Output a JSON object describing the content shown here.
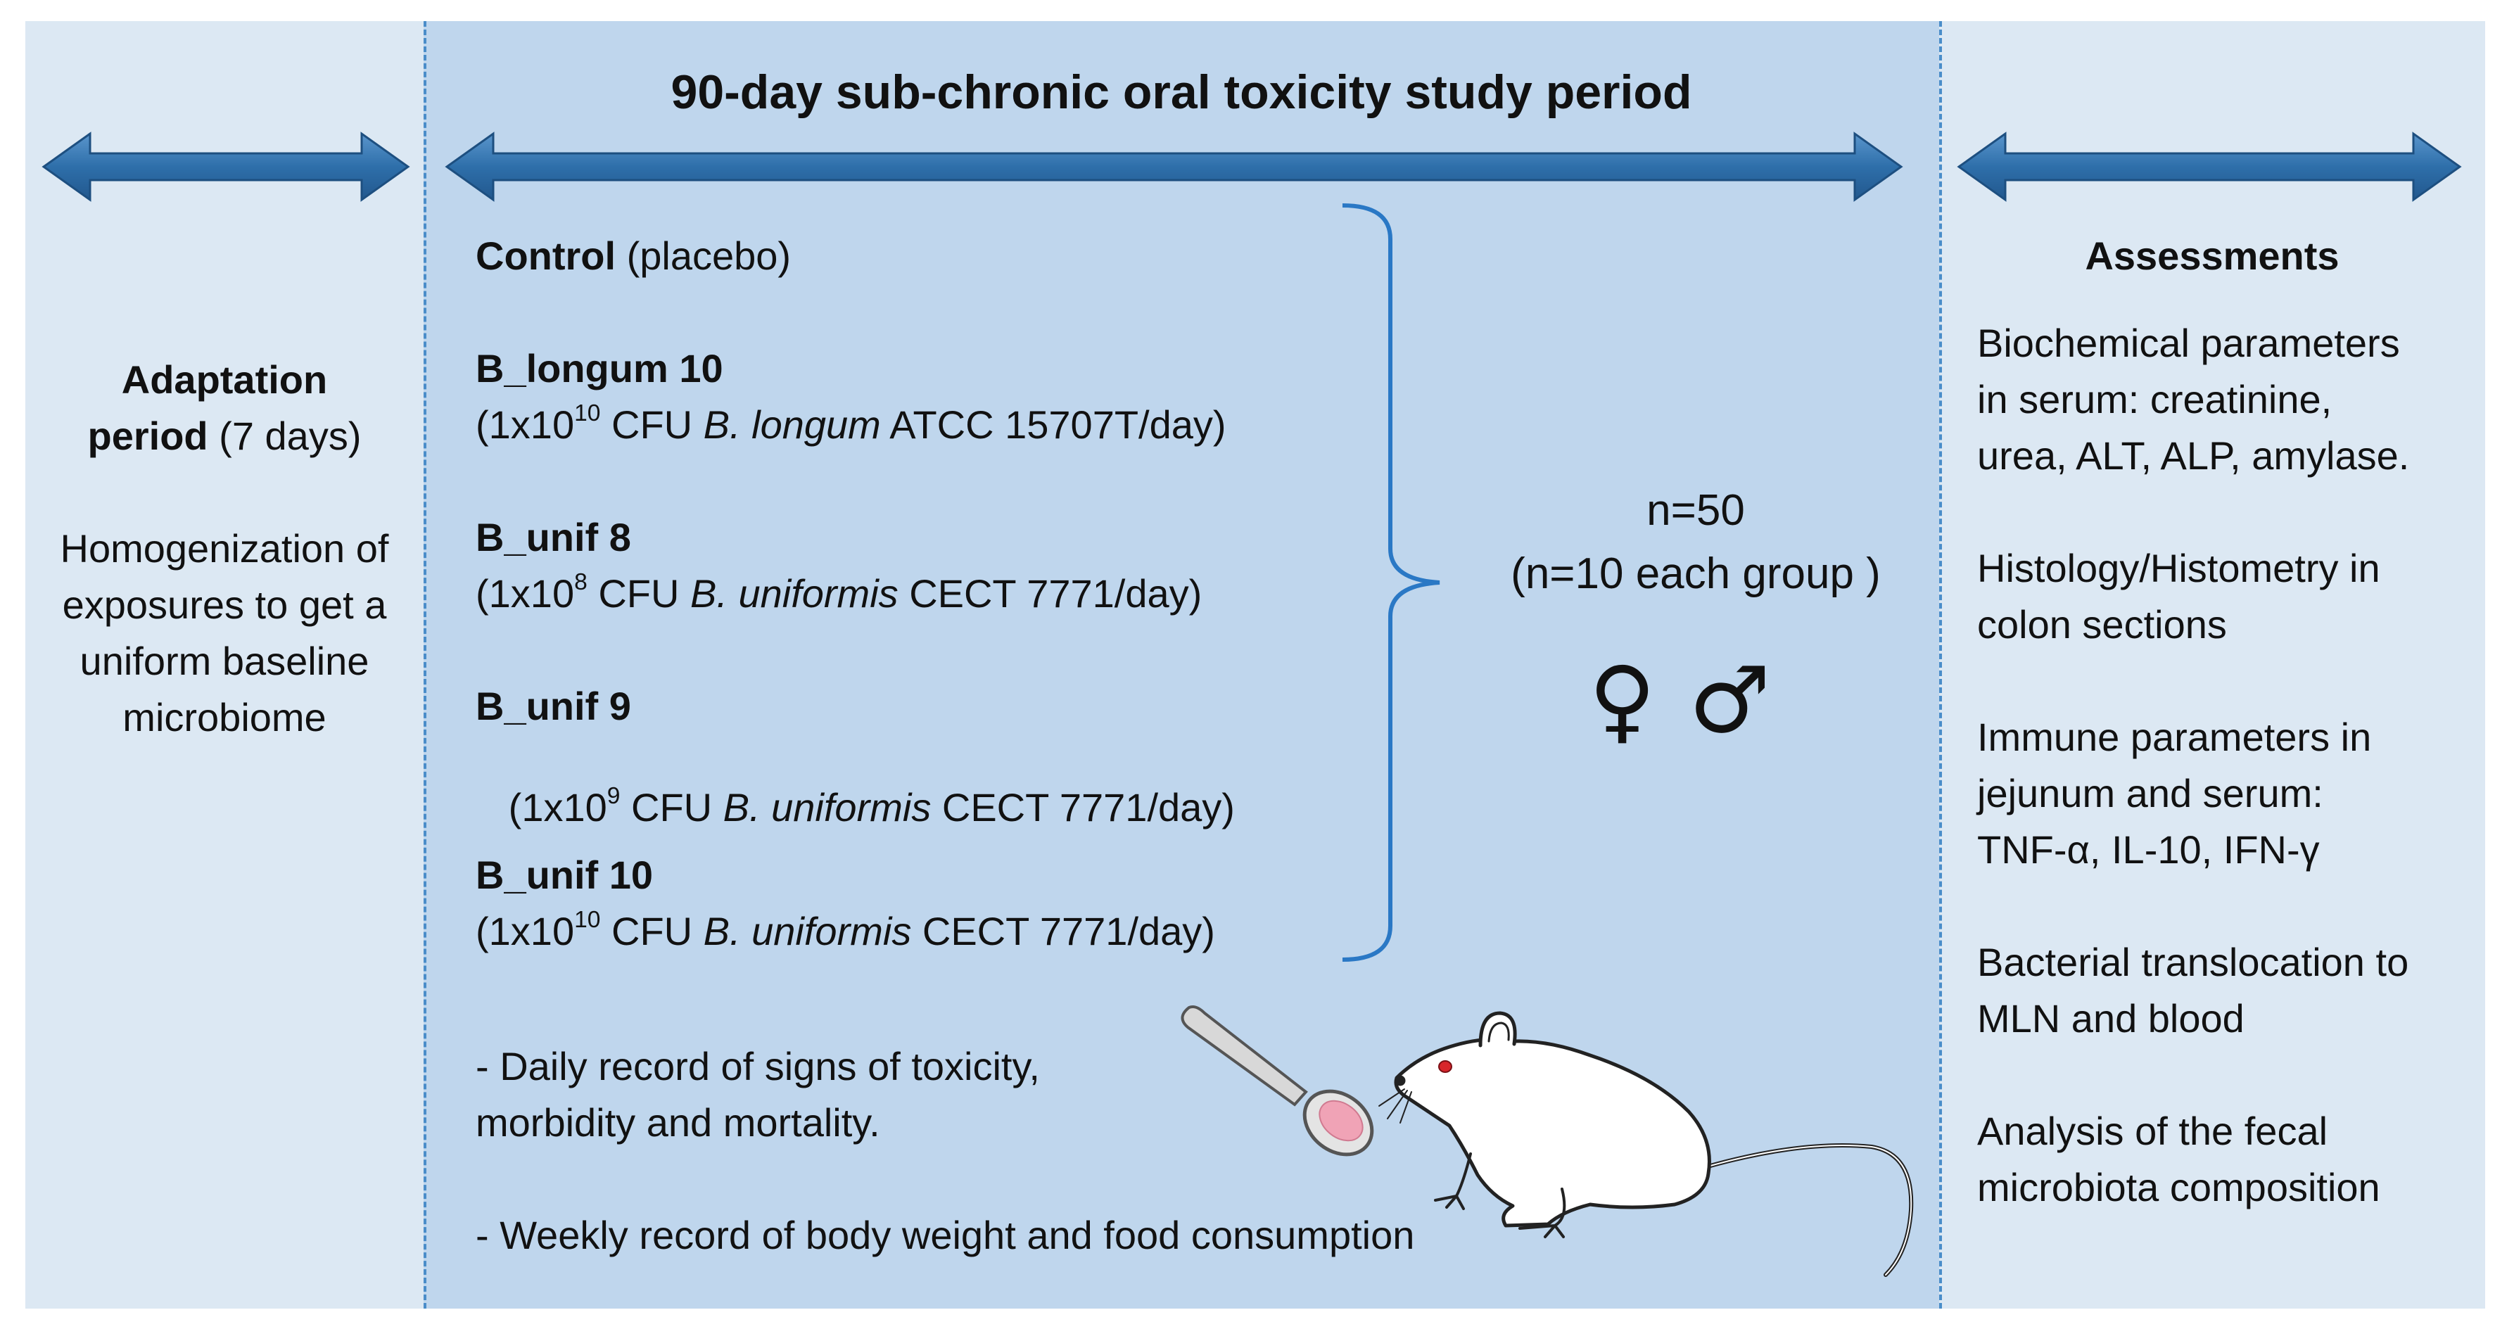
{
  "colors": {
    "side_panel_bg": "#dce8f3",
    "center_panel_bg": "#bfd6ed",
    "arrow_fill": "#2e6faa",
    "arrow_stroke": "#1d4f80",
    "divider": "#4a8dc9",
    "brace": "#2a78c5",
    "spoon_content": "#f0a3b6",
    "rat_eye": "#d8262b"
  },
  "title": "90-day sub-chronic oral toxicity study period",
  "adaptation": {
    "title_bold_1": "Adaptation",
    "title_bold_2": "period",
    "title_rest": " (7 days)",
    "description": [
      "Homogenization  of",
      "exposures to get a",
      "uniform baseline",
      "microbiome"
    ]
  },
  "groups": [
    {
      "name": "Control",
      "note": " (placebo)"
    },
    {
      "name": "B_longum 10",
      "dose_prefix": "(1x10",
      "dose_exp": "10",
      "dose_mid": " CFU ",
      "species": "B. longum",
      "dose_suffix": " ATCC 15707T/day)"
    },
    {
      "name": "B_unif 8",
      "dose_prefix": "(1x10",
      "dose_exp": "8",
      "dose_mid": " CFU ",
      "species": "B. uniformis",
      "dose_suffix": " CECT 7771/day)"
    },
    {
      "name": "B_unif 9",
      "dose_prefix": " (1x10",
      "dose_exp": "9",
      "dose_mid": " CFU ",
      "species": "B. uniformis",
      "dose_suffix": " CECT 7771/day)"
    },
    {
      "name": "B_unif 10",
      "dose_prefix": "(1x10",
      "dose_exp": "10",
      "dose_mid": " CFU ",
      "species": "B. uniformis",
      "dose_suffix": " CECT 7771/day)"
    }
  ],
  "sample": {
    "total": "n=50",
    "per_group": "(n=10 each group )",
    "female_symbol": "♀",
    "male_symbol": "♂"
  },
  "records": [
    [
      "- Daily record of signs of toxicity,",
      "morbidity and mortality."
    ],
    [
      "- Weekly record of body weight and food consumption"
    ]
  ],
  "assessments": {
    "title": "Assessments",
    "items": [
      [
        "Biochemical parameters",
        "in serum: creatinine,",
        "urea, ALT, ALP, amylase."
      ],
      [
        "Histology/Histometry in",
        "colon sections"
      ],
      [
        "Immune parameters in",
        "jejunum and serum:",
        "TNF-α, IL-10, IFN-γ"
      ],
      [
        "Bacterial translocation to",
        "MLN and blood"
      ],
      [
        "Analysis of the fecal",
        "microbiota composition"
      ]
    ]
  },
  "icons": {
    "left_arrow": "double-headed-arrow",
    "center_arrow": "double-headed-arrow",
    "right_arrow": "double-headed-arrow",
    "brace": "right-curly-brace",
    "spoon": "spoon-with-dose",
    "rat": "white-rat"
  }
}
